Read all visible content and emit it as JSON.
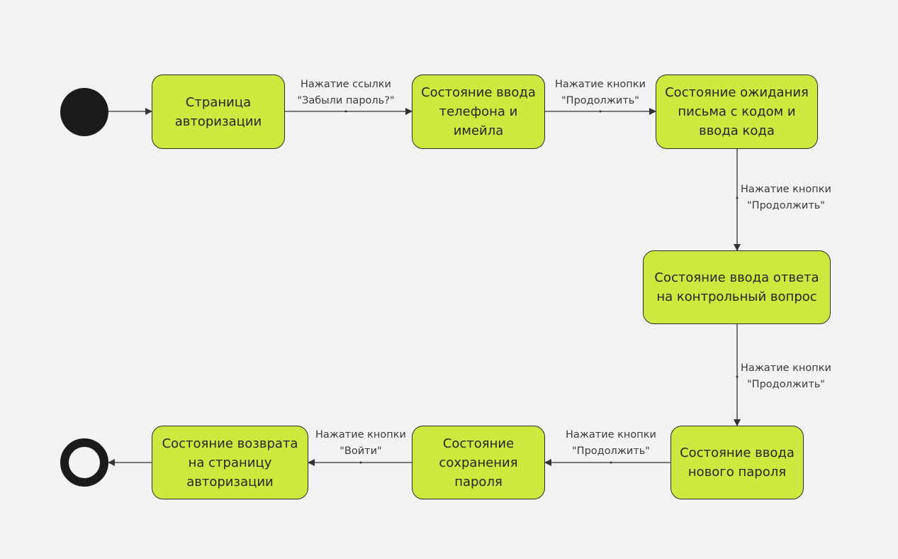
{
  "diagram": {
    "states": {
      "auth_page": [
        "Страница",
        "авторизации"
      ],
      "phone_email_input": [
        "Состояние ввода",
        "телефона и",
        "имейла"
      ],
      "await_code": [
        "Состояние ожидания",
        "письма с кодом и",
        "ввода кода"
      ],
      "security_answer": [
        "Состояние ввода ответа",
        "на контрольный вопрос"
      ],
      "new_password": [
        "Состояние ввода",
        "нового пароля"
      ],
      "save_password": [
        "Состояние",
        "сохранения",
        "пароля"
      ],
      "return_auth": [
        "Состояние возврата",
        "на страницу",
        "авторизации"
      ]
    },
    "transitions": {
      "forgot_link": [
        "Нажатие ссылки",
        "\"Забыли пароль?\""
      ],
      "continue_1": [
        "Нажатие кнопки",
        "\"Продолжить\""
      ],
      "continue_2": [
        "Нажатие кнопки",
        "\"Продолжить\""
      ],
      "continue_3": [
        "Нажатие кнопки",
        "\"Продолжить\""
      ],
      "continue_4": [
        "Нажатие кнопки",
        "\"Продолжить\""
      ],
      "login": [
        "Нажатие кнопки",
        "\"Войти\""
      ]
    }
  }
}
